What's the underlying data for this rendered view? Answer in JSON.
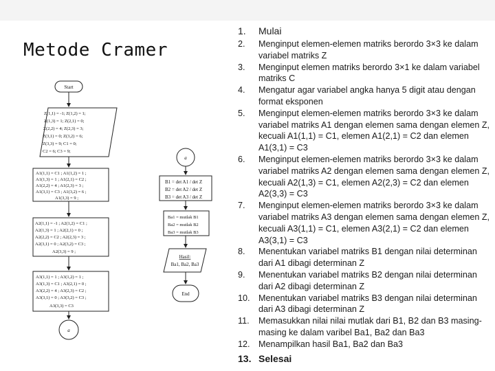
{
  "slide": {
    "title": "Metode Cramer",
    "steps": [
      {
        "num": "1.",
        "text": "Mulai"
      },
      {
        "num": "2.",
        "text": "Menginput elemen-elemen matriks berordo 3×3 ke dalam variabel matriks Z"
      },
      {
        "num": "3.",
        "text": "Menginput elemen matriks berordo 3×1 ke dalam variabel matriks C"
      },
      {
        "num": "4.",
        "text": "Mengatur agar variabel angka hanya 5 digit atau dengan format eksponen"
      },
      {
        "num": "5.",
        "text": "Menginput elemen-elemen matriks berordo 3×3 ke dalam variabel matriks A1 dengan elemen sama dengan elemen Z, kecuali A1(1,1) = C1, elemen A1(2,1) = C2 dan elemen A1(3,1) = C3"
      },
      {
        "num": "6.",
        "text": "Menginput elemen-elemen matriks berordo 3×3 ke dalam variabel matriks A2 dengan elemen sama dengan elemen Z, kecuali A2(1,3) = C1, elemen A2(2,3) = C2 dan elemen A2(3,3) = C3"
      },
      {
        "num": "7.",
        "text": "Menginput elemen-elemen matriks berordo 3×3 ke dalam variabel matriks A3 dengan elemen sama dengan elemen Z, kecuali A3(1,1) = C1, elemen A3(2,1) = C2 dan elemen A3(3,1) = C3"
      },
      {
        "num": "8.",
        "text": "Menentukan variabel matriks B1 dengan nilai determinan dari A1 dibagi determinan Z"
      },
      {
        "num": "9.",
        "text": "Menentukan variabel matriks B2 dengan nilai determinan dari A2 dibagi determinan Z"
      },
      {
        "num": "10.",
        "text": "Menentukan variabel matriks B3 dengan nilai determinan dari A3 dibagi determinan Z"
      },
      {
        "num": "11.",
        "text": "Memasukkan nilai nilai mutlak dari B1, B2 dan B3 masing-masing ke dalam varibel Ba1, Ba2 dan Ba3"
      },
      {
        "num": "12.",
        "text": "Menampilkan hasil Ba1, Ba2 dan Ba3"
      },
      {
        "num": "13.",
        "text": "Selesai"
      }
    ]
  },
  "flowchart": {
    "start": "Start",
    "connector": "a",
    "end": "End",
    "hasil_title": "Hasil:",
    "hasil_vars": "Ba1, Ba2, Ba3",
    "input_lines": [
      "Z(1,1) = -1; Z(1,2) = 1;",
      "Z(1,3) = 1; Z(2,1) = 0;",
      "Z(2,2) = 4; Z(2,3) = 3;",
      "Z(3,1) = 0; Z(3,2) = 6;",
      "Z(3,3) = 9; C1 = 0;",
      "C2 = 6; C3 = 9;"
    ],
    "a1_lines": [
      "A1(1,1) = C1 ; A1(1,2) = 1 ;",
      "A1(1,3) = 1 ; A1(2,1) = C2 ;",
      "A1(2,2) = 4 ; A1(2,3) = 3 ;",
      "A1(3,1) = C3 ; A1(3,2) = 6 ;",
      "A1(3,3) = 9 ;"
    ],
    "a2_lines": [
      "A2(1,1) = -1 ; A2(1,2) = C1 ;",
      "A2(1,3) = 1 ; A2(2,1) = 0 ;",
      "A2(2,2) = C2 ; A2(2,3) = 3 ;",
      "A2(3,1) = 0 ; A2(3,2) = C3 ;",
      "A2(3,3) = 9 ;"
    ],
    "a3_lines": [
      "A3(1,1) = 1 ; A3(1,2) = 1 ;",
      "A3(1,3) = C1 ; A3(2,1) = 0 ;",
      "A3(2,2) = 4 ; A3(2,3) = C2 ;",
      "A3(3,1) = 0 ; A3(3,2) = C3 ;",
      "A3(3,3) = C3"
    ],
    "b_lines": [
      "B1 = det A1 / det Z",
      "B2 = det A2 / det Z",
      "B3 = det A3 / det Z"
    ],
    "ba_lines": [
      "Ba1 = mutlak B1",
      "Ba2 = mutlak B2",
      "Ba3 = mutlak B3"
    ]
  }
}
